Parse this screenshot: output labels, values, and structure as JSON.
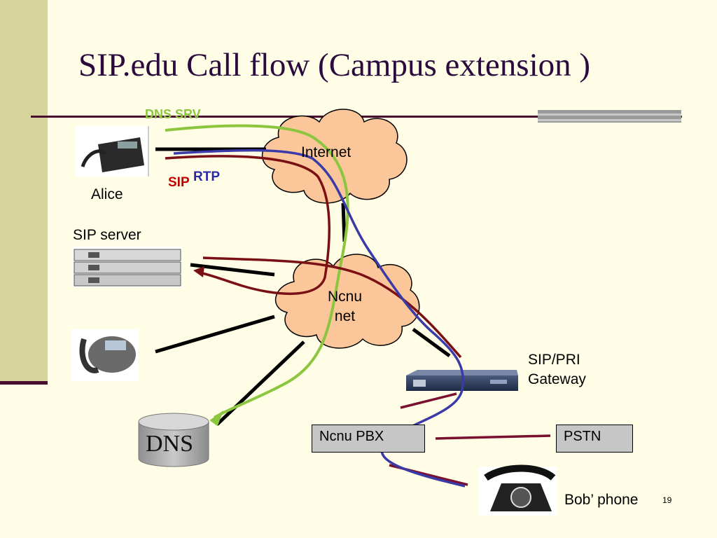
{
  "slide": {
    "title": "SIP.edu Call flow (Campus extension )",
    "page_number": "19"
  },
  "nodes": {
    "alice": "Alice",
    "sip_server": "SIP server",
    "internet": "Internet",
    "ncnu_net": "Ncnu\nnet",
    "gateway": "SIP/PRI\nGateway",
    "dns_icon_text": "DNS",
    "ncnu_pbx": "Ncnu PBX",
    "pstn": "PSTN",
    "bob_phone": "Bob’ phone"
  },
  "flow_labels": {
    "dns_srv": "DNS SRV",
    "sip": "SIP",
    "rtp": "RTP"
  },
  "colors": {
    "dns_srv": "#8cc63f",
    "sip": "#7a1015",
    "rtp": "#3a3aa8",
    "title": "#2b0a3d",
    "cloud_fill": "#fbc79a"
  }
}
